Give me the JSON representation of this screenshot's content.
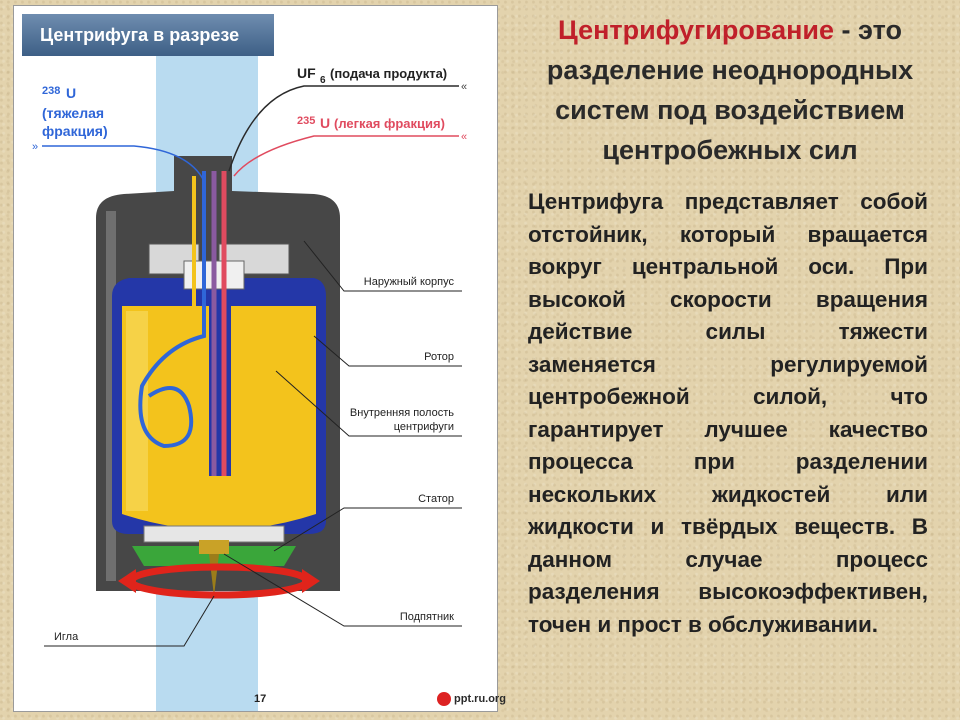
{
  "figure": {
    "title": "Центрифуга в разрезе",
    "labels": {
      "heavy_isotope": "238",
      "heavy_unit": "U",
      "heavy_text_1": "(тяжелая",
      "heavy_text_2": "фракция)",
      "feed_formula": "UF",
      "feed_subscript": "6",
      "feed_text": "(подача продукта)",
      "light_isotope": "235",
      "light_unit": "U",
      "light_text": "(легкая фракция)",
      "outer_casing": "Наружный корпус",
      "rotor": "Ротор",
      "cavity_1": "Внутренняя полость",
      "cavity_2": "центрифуги",
      "stator": "Статор",
      "bearing": "Подпятник",
      "needle": "Игла",
      "page_number": "17"
    },
    "colors": {
      "shaft_band": "#b9dbf0",
      "casing": "#4a4a4a",
      "rotor_wall": "#2437a8",
      "fill": "#f3c31c",
      "heavy_line": "#2f66d8",
      "light_line": "#e04b5f",
      "stator": "#3aa63a",
      "arrow": "#e0241b"
    }
  },
  "heading": {
    "accent": "Центрифугирование",
    "rest": " - это разделение неоднородных систем под воздействием центробежных сил"
  },
  "body": {
    "paragraph": "Центрифуга представляет собой отстойник, который вращается вокруг центральной оси. При высокой скорости вращения действие силы тяжести заменяется регулируемой центробежной силой, что гарантирует лучшее качество процесса при разделении нескольких жидкостей или жидкости и твёрдых веществ. В данном случае процесс разделения высокоэффективен, точен и прост в обслуживании."
  },
  "logo": {
    "text": "ppt.ru.org"
  }
}
